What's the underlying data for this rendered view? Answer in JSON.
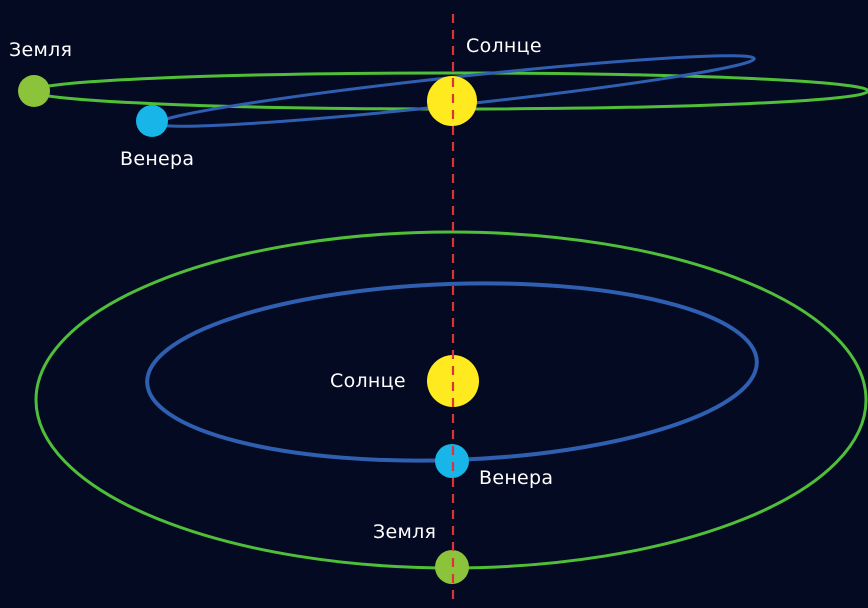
{
  "colors": {
    "background": "#050a23",
    "earth_orbit": "#4fbf3a",
    "venus_orbit": "#2f5fb0",
    "sun": "#ffea1f",
    "earth": "#8bc43a",
    "venus": "#17b5e8",
    "axis_line": "#d8343a",
    "label_text": "#ffffff"
  },
  "side_view": {
    "earth_label": "Земля",
    "sun_label": "Солнце",
    "venus_label": "Венера"
  },
  "top_view": {
    "sun_label": "Солнце",
    "venus_label": "Венера",
    "earth_label": "Земля"
  }
}
